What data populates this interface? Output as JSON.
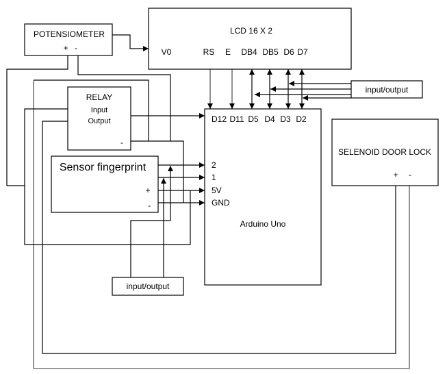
{
  "potentiometer": {
    "title": "POTENSIOMETER",
    "plus": "+",
    "minus": "-"
  },
  "lcd": {
    "title": "LCD 16 X 2",
    "pins": [
      "V0",
      "RS",
      "E",
      "DB4",
      "DB5",
      "D6",
      "D7"
    ]
  },
  "relay": {
    "title": "RELAY",
    "input": "Input",
    "output": "Output",
    "minus": "-"
  },
  "sensor": {
    "title": "Sensor fingerprint",
    "plus": "+",
    "minus": "-"
  },
  "arduino": {
    "title": "Arduino Uno",
    "top_pins": [
      "D12",
      "D11",
      "D5",
      "D4",
      "D3",
      "D2"
    ],
    "left_pins": [
      "2",
      "1",
      "5V",
      "GND"
    ]
  },
  "io_right": {
    "label": "input/output"
  },
  "io_bottom": {
    "label": "input/output"
  },
  "solenoid": {
    "title": "SELENOID DOOR LOCK",
    "plus": "+",
    "minus": "-"
  }
}
